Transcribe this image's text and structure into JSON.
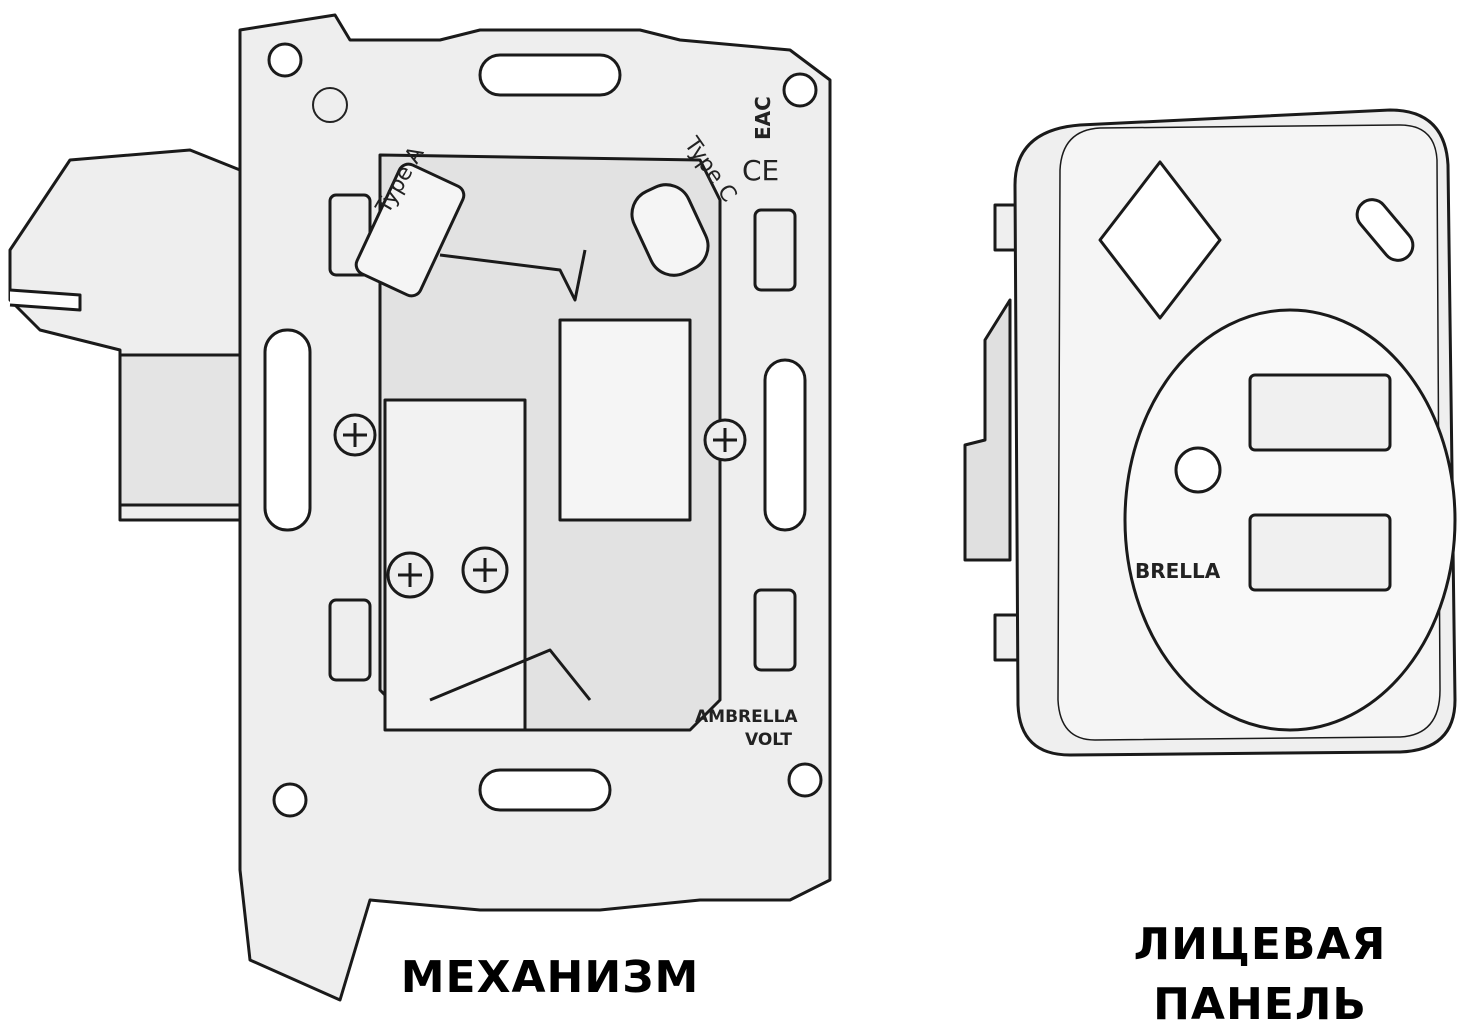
{
  "captions": {
    "mechanism": "МЕХАНИЗМ",
    "panel_line1": "ЛИЦЕВАЯ",
    "panel_line2": "ПАНЕЛЬ"
  },
  "mechanism_labels": {
    "port_a": "Type A",
    "port_c": "Type C",
    "brand_line1": "AMBRELLA",
    "brand_line2": "VOLT",
    "cert_eac": "EAC",
    "cert_ce": "CE"
  },
  "panel_labels": {
    "brand_partial": "BRELLA"
  },
  "colors": {
    "body_fill": "#eeeeee",
    "outline": "#1a1a1a",
    "shade": "#d6d6d6"
  }
}
